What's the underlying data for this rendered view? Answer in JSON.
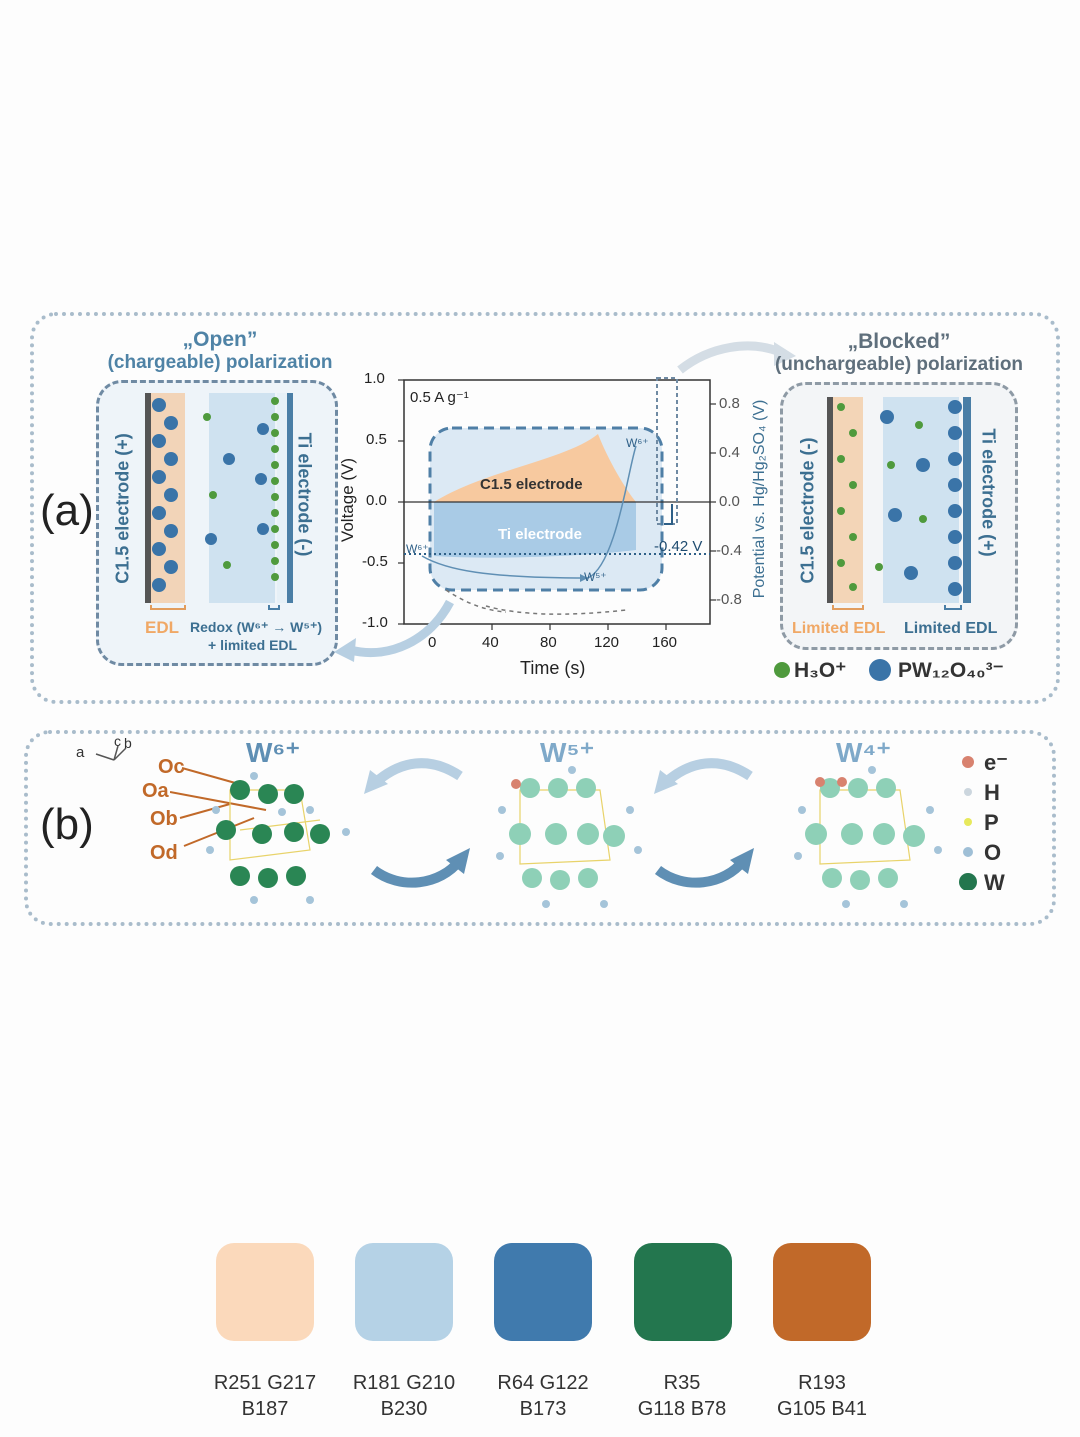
{
  "panel_a": {
    "label": "(a)",
    "open": {
      "title": "„Open”",
      "subtitle": "(chargeable) polarization",
      "left_electrode": "C1.5 electrode (+)",
      "right_electrode": "Ti electrode (-)",
      "edl": "EDL",
      "redox": "Redox (W⁶⁺ → W⁵⁺)",
      "limited_edl": "+ limited EDL"
    },
    "blocked": {
      "title": "„Blocked”",
      "subtitle": "(unchargeable) polarization",
      "left_electrode": "C1.5 electrode (-)",
      "right_electrode": "Ti electrode (+)",
      "limited_edl_left": "Limited EDL",
      "limited_edl_right": "Limited EDL"
    },
    "chart": {
      "current": "0.5 A g⁻¹",
      "ylabel_left": "Voltage (V)",
      "ylabel_right": "Potential vs. Hg/Hg₂SO₄ (V)",
      "xlabel": "Time (s)",
      "xticks": [
        "0",
        "40",
        "80",
        "120",
        "160"
      ],
      "yticks_left": [
        "1.0",
        "0.5",
        "0.0",
        "-0.5",
        "-1.0"
      ],
      "yticks_right": [
        "0.8",
        "0.4",
        "0.0",
        "-0.4",
        "-0.8"
      ],
      "c15_label": "C1.5 electrode",
      "ti_label": "Ti electrode",
      "w6_left": "W⁶⁺",
      "w5": "W⁵⁺",
      "w6_right": "W⁶⁺",
      "marker": "-0.42 V"
    },
    "legend": {
      "h3o": "H₃O⁺",
      "pw": "PW₁₂O₄₀³⁻"
    }
  },
  "panel_b": {
    "label": "(b)",
    "axes": {
      "a": "a",
      "c": "c",
      "b": "b"
    },
    "w6": "W⁶⁺",
    "w5": "W⁵⁺",
    "w4": "W⁴⁺",
    "oxygen_labels": [
      "Oc",
      "Oa",
      "Ob",
      "Od"
    ],
    "legend": [
      "e⁻",
      "H",
      "P",
      "O",
      "W"
    ]
  },
  "palette": [
    {
      "color": "#fbd9bb",
      "line1": "R251 G217",
      "line2": "B187"
    },
    {
      "color": "#b5d2e6",
      "line1": "R181 G210",
      "line2": "B230"
    },
    {
      "color": "#407aad",
      "line1": "R64 G122",
      "line2": "B173"
    },
    {
      "color": "#23764e",
      "line1": "R35",
      "line2": "G118 B78"
    },
    {
      "color": "#c16929",
      "line1": "R193",
      "line2": "G105 B41"
    }
  ]
}
